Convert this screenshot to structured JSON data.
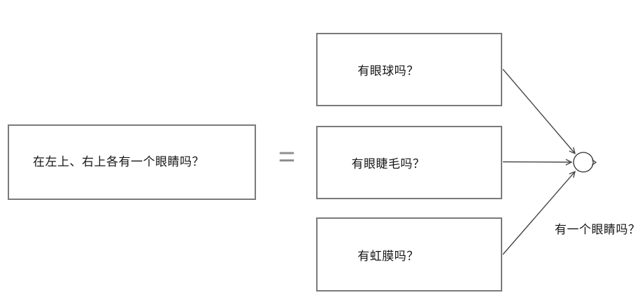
{
  "diagram": {
    "left_box": {
      "label": "在左上、右上各有一个眼睛吗？"
    },
    "equals_sign": "=",
    "right_boxes": [
      {
        "label": "有眼球吗？"
      },
      {
        "label": "有眼睫毛吗？"
      },
      {
        "label": "有虹膜吗？"
      }
    ],
    "merge_node": {
      "shape": "circle"
    },
    "output_label": "有一个眼睛吗？",
    "colors": {
      "background": "#ffffff",
      "box_border": "#7a7a7a",
      "text": "#161616",
      "connector": "#474747",
      "circle_stroke": "#2f2f2f",
      "equals": "#8f8f8f"
    }
  }
}
